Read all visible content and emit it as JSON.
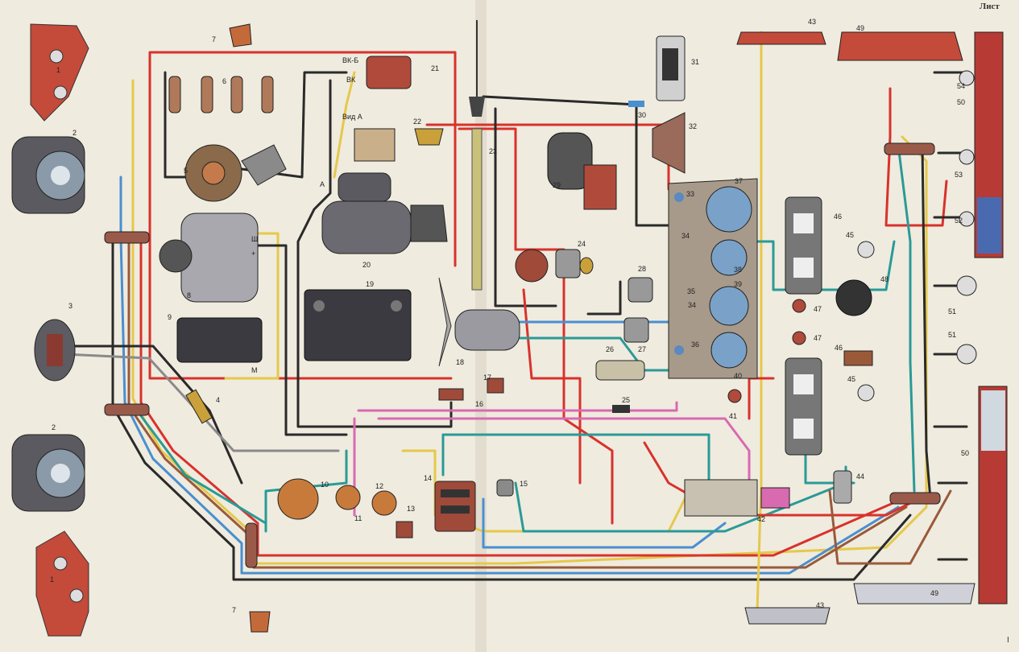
{
  "sheet_label": "Лист",
  "page_mark": "I",
  "view_label": "Вид А",
  "arrow_label": "А",
  "terminals": {
    "coil_plus": "ВК-Б",
    "coil": "ВК",
    "alt_field": "Ш",
    "alt_plus": "+",
    "reg_m": "М"
  },
  "wire_colors": {
    "red": "#d8322c",
    "blue": "#4a8fd0",
    "yellow": "#e6c84a",
    "brown": "#9a5a3a",
    "black": "#2a2a2a",
    "teal": "#2a9a96",
    "pink": "#d86ab0",
    "gray": "#8a8a8a"
  },
  "callouts": [
    "1",
    "1",
    "2",
    "2",
    "3",
    "4",
    "5",
    "6",
    "7",
    "7",
    "8",
    "9",
    "10",
    "11",
    "12",
    "13",
    "14",
    "15",
    "16",
    "17",
    "18",
    "19",
    "20",
    "21",
    "22",
    "23",
    "24",
    "25",
    "26",
    "27",
    "28",
    "29",
    "30",
    "31",
    "32",
    "33",
    "34",
    "34",
    "35",
    "36",
    "37",
    "38",
    "39",
    "40",
    "41",
    "42",
    "43",
    "43",
    "44",
    "45",
    "45",
    "46",
    "46",
    "47",
    "47",
    "48",
    "49",
    "49",
    "50",
    "50",
    "51",
    "51",
    "52",
    "53",
    "54"
  ]
}
